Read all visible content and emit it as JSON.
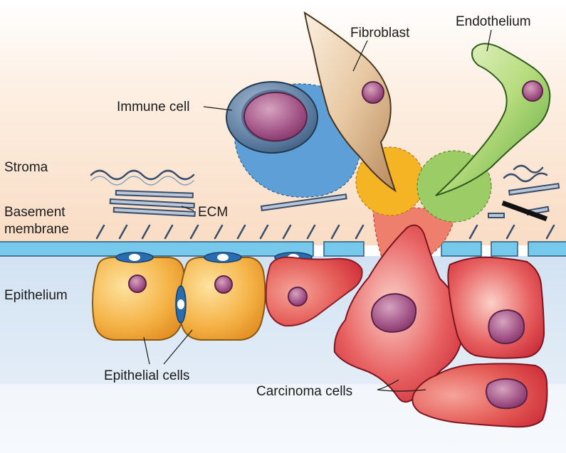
{
  "labels": {
    "fibroblast": "Fibroblast",
    "endothelium": "Endothelium",
    "immune_cell": "Immune cell",
    "stroma": "Stroma",
    "basement_membrane_line1": "Basement",
    "basement_membrane_line2": "membrane",
    "ecm": "ECM",
    "epithelium": "Epithelium",
    "epithelial_cells": "Epithelial cells",
    "carcinoma_cells": "Carcinoma cells"
  },
  "colors": {
    "stroma_top": "#ffffff",
    "stroma_bottom": "#fbe3cf",
    "epithelium_bg": "#d9e6f4",
    "membrane": "#76c9ea",
    "immune_halo": "#5d9fd6",
    "fibroblast_halo": "#f5b423",
    "endothelium_halo": "#9ccc66",
    "carcinoma_halo": "#ee7f6e",
    "nucleus": "#9b4a7e"
  }
}
